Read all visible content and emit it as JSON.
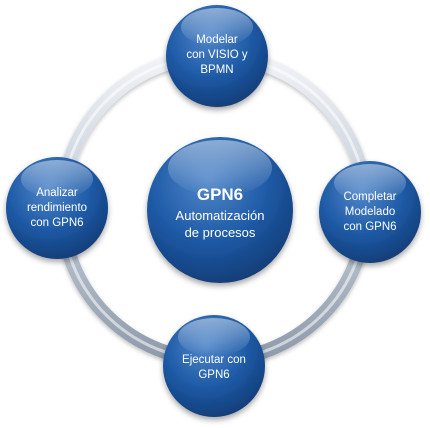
{
  "diagram": {
    "center": {
      "title": "GPN6",
      "lines": [
        "Automatización",
        "de  procesos"
      ]
    },
    "nodes": [
      {
        "id": "top",
        "lines": [
          "Modelar",
          "con VISIO y",
          "BPMN"
        ]
      },
      {
        "id": "right",
        "lines": [
          "Completar",
          "Modelado",
          "con GPN6"
        ]
      },
      {
        "id": "bottom",
        "lines": [
          "Ejecutar con",
          "GPN6"
        ]
      },
      {
        "id": "left",
        "lines": [
          "Analizar",
          "rendimiento",
          "con GPN6"
        ]
      }
    ],
    "colors": {
      "circle_light": "#4f86c9",
      "circle_mid": "#1e5aa6",
      "circle_dark": "#103a73",
      "ring_light": "#e9edf3",
      "ring_dark": "#8e9aaa",
      "text": "#ffffff"
    }
  }
}
